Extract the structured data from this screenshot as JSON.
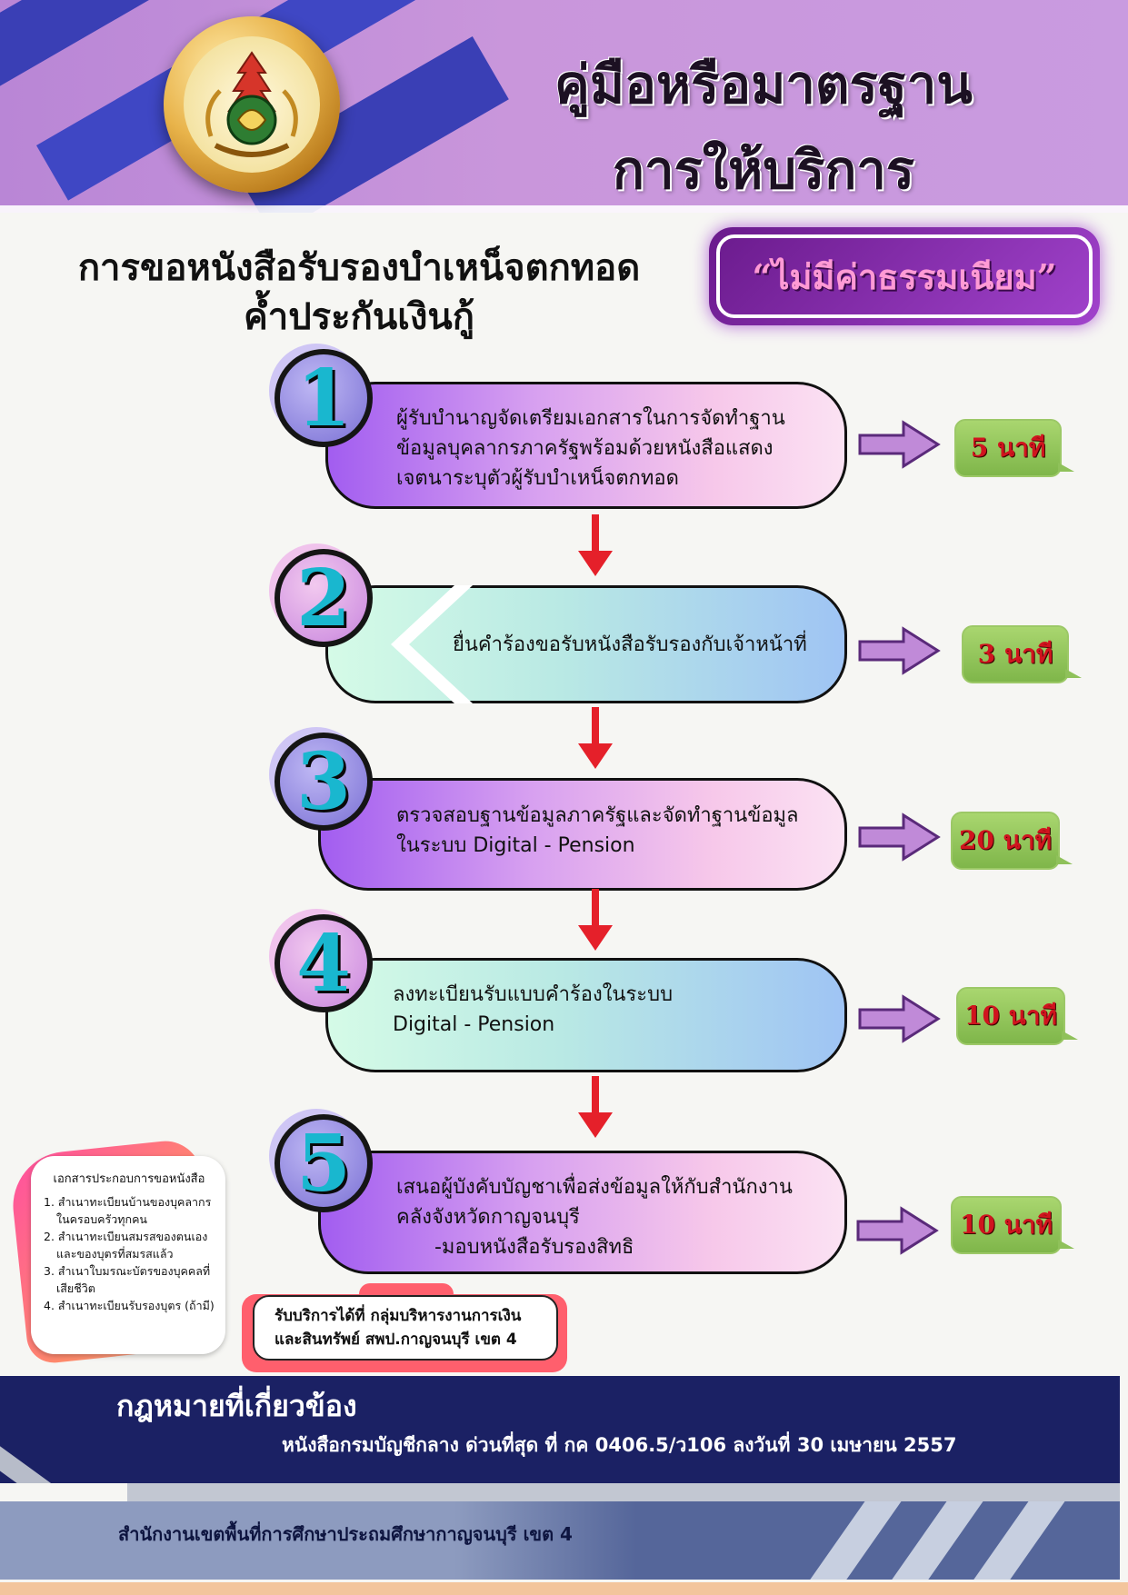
{
  "header": {
    "title_line1": "คู่มือหรือมาตรฐาน",
    "title_line2": "การให้บริการ",
    "logo": "education-office-emblem"
  },
  "subject": {
    "line1": "การขอหนังสือรับรองบำเหน็จตกทอด",
    "line2": "ค้ำประกันเงินกู้"
  },
  "fee": "“ไม่มีค่าธรรมเนียม”",
  "steps": [
    {
      "number": "1",
      "lines": [
        "ผู้รับบำนาญจัดเตรียมเอกสารในการจัดทำฐาน",
        "ข้อมูลบุคลากรภาครัฐพร้อมด้วยหนังสือแสดง",
        "เจตนาระบุตัวผู้รับบำเหน็จตกทอด"
      ],
      "time": "5 นาที"
    },
    {
      "number": "2",
      "lines": [
        "ยื่นคำร้องขอรับหนังสือรับรองกับเจ้าหน้าที่"
      ],
      "time": "3 นาที"
    },
    {
      "number": "3",
      "lines": [
        "ตรวจสอบฐานข้อมูลภาครัฐและจัดทำฐานข้อมูล",
        "ในระบบ Digital - Pension"
      ],
      "time": "20 นาที"
    },
    {
      "number": "4",
      "lines": [
        "ลงทะเบียนรับแบบคำร้องในระบบ",
        "Digital - Pension"
      ],
      "time": "10 นาที"
    },
    {
      "number": "5",
      "lines": [
        "เสนอผู้บังคับบัญชาเพื่อส่งข้อมูลให้กับสำนักงาน",
        "คลังจังหวัดกาญจนบุรี",
        "      -มอบหนังสือรับรองสิทธิ"
      ],
      "time": "10 นาที"
    }
  ],
  "documents": {
    "title": "เอกสารประกอบการขอหนังสือ",
    "items": [
      "1. สำเนาทะเบียนบ้านของบุคลากรในครอบครัวทุกคน",
      "2. สำเนาทะเบียนสมรสของตนเองและของบุตรที่สมรสแล้ว",
      "3. สำเนาใบมรณะบัตรของบุคคลที่เสียชีวิต",
      "4. สำเนาทะเบียนรับรองบุตร (ถ้ามี)"
    ]
  },
  "service": {
    "line1": "รับบริการได้ที่ กลุ่มบริหารงานการเงิน",
    "line2": "และสินทรัพย์  สพป.กาญจนบุรี เขต 4"
  },
  "law": {
    "heading": "กฎหมายที่เกี่ยวข้อง",
    "text": "หนังสือกรมบัญชีกลาง ด่วนที่สุด ที่ กค 0406.5/ว106 ลงวันที่ 30 เมษายน 2557"
  },
  "office": "สำนักงานเขตพื้นที่การศึกษาประถมศึกษากาญจนบุรี เขต 4",
  "colors": {
    "header_bg": "#c996db",
    "header_stripes": "#3a3fb5",
    "fee_bg": "#7a2a9e",
    "step_number": "#19b7cf",
    "arrow_red": "#e5202a",
    "time_green": "#8fc15a",
    "time_text": "#d0141e",
    "law_band": "#1b2164",
    "office_band": "#55669a"
  }
}
